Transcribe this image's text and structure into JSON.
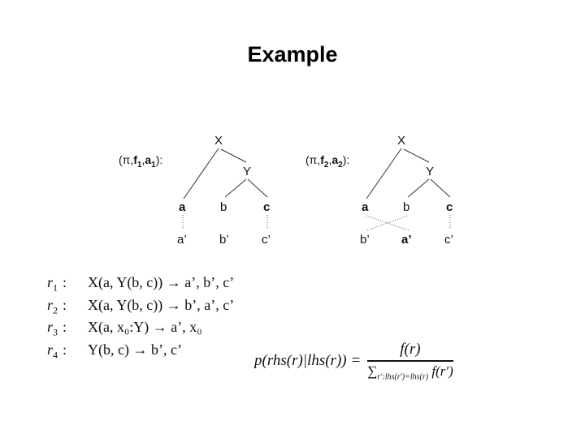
{
  "title": "Example",
  "tree1": {
    "label_prefix": "(π,",
    "label_f": "f",
    "label_f_sub": "1",
    "label_a": "a",
    "label_a_sub": "1",
    "label_suffix": "):",
    "root": "X",
    "inner": "Y",
    "source": [
      "a",
      "b",
      "c"
    ],
    "target": [
      "a’",
      "b’",
      "c’"
    ]
  },
  "tree2": {
    "label_prefix": "(π,",
    "label_f": "f",
    "label_f_sub": "2",
    "label_a": "a",
    "label_a_sub": "2",
    "label_suffix": "):",
    "root": "X",
    "inner": "Y",
    "source": [
      "a",
      "b",
      "c"
    ],
    "target": [
      "b’",
      "a’",
      "c’"
    ]
  },
  "rules": [
    {
      "id": "r",
      "sub": "1",
      "colon": ":",
      "text": "X(a, Y(b, c)) → a’, b’, c’"
    },
    {
      "id": "r",
      "sub": "2",
      "colon": ":",
      "text": "X(a, Y(b, c)) → b’, a’, c’"
    },
    {
      "id": "r",
      "sub": "3",
      "colon": ":",
      "text": "X(a, x₀:Y) → a’, x₀"
    },
    {
      "id": "r",
      "sub": "4",
      "colon": ":",
      "text": "Y(b, c) → b’, c’"
    }
  ],
  "formula": {
    "lhs": "p(rhs(r)|lhs(r)) =",
    "numerator": "f(r)",
    "denominator_sum": "∑",
    "denominator_sub": "r′:lhs(r′)=lhs(r)",
    "denominator_term": "f(r′)"
  }
}
